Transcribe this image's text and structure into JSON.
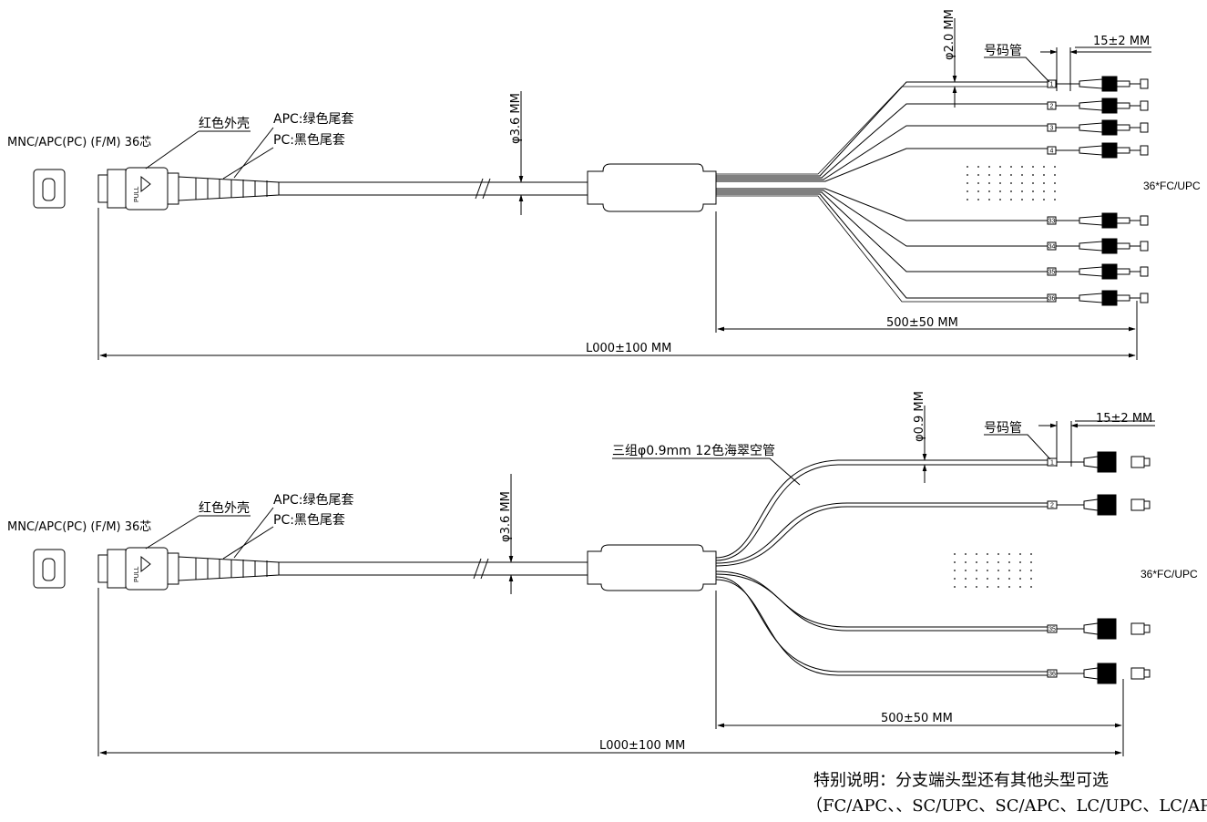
{
  "drawings": [
    {
      "id": "top",
      "connector_label": "MNC/APC(PC)  (F/M) 36芯",
      "shell_label": "红色外壳",
      "apc_boot_label": "APC:绿色尾套",
      "pc_boot_label": "PC:黑色尾套",
      "pull_tab": "PULL",
      "trunk_diameter": "φ3.6 MM",
      "fanout_diameter": "φ2.0 MM",
      "label_tube": "号码管",
      "stub_length": "15±2 MM",
      "breakout_length": "500±50 MM",
      "total_length": "L000±100 MM",
      "connector_count_label": "36*FC/UPC",
      "leg_tags": [
        "1",
        "2",
        "3",
        "4",
        "33",
        "34",
        "35",
        "36"
      ]
    },
    {
      "id": "bottom",
      "connector_label": "MNC/APC(PC)  (F/M) 36芯",
      "shell_label": "红色外壳",
      "apc_boot_label": "APC:绿色尾套",
      "pc_boot_label": "PC:黑色尾套",
      "pull_tab": "PULL",
      "trunk_diameter": "φ3.6 MM",
      "fanout_diameter": "φ0.9 MM",
      "label_tube": "号码管",
      "stub_length": "15±2 MM",
      "tube_label": "三组φ0.9mm 12色海翠空管",
      "breakout_length": "500±50 MM",
      "total_length": "L000±100 MM",
      "connector_count_label": "36*FC/UPC",
      "leg_tags": [
        "1",
        "2",
        "35",
        "36"
      ]
    }
  ],
  "note": {
    "line1": "特别说明：分支端头型还有其他头型可选",
    "line2": "（FC/APC、、SC/UPC、SC/APC、LC/UPC、LC/APC）"
  }
}
